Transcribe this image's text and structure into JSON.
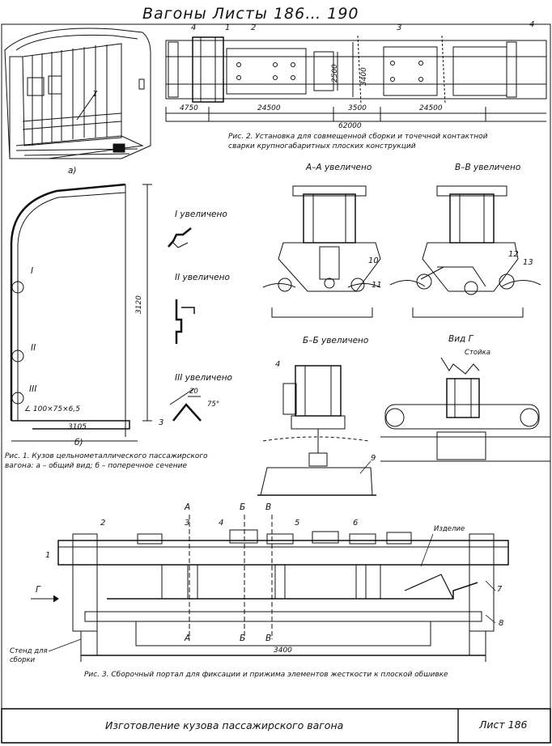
{
  "sheet": {
    "header": "Вагоны  Листы 186… 190",
    "footer_title": "Изготовление кузова пассажирского вагона",
    "footer_sheet": "Лист 186"
  },
  "fig1": {
    "sub_a": "а)",
    "sub_b": "б)",
    "callout_1": "1",
    "caption": "Рис. 1. Кузов цельнометаллического пассажирского вагона: а – общий вид;  б – поперечное сечение",
    "height_dim": "3120",
    "width_dim": "3105",
    "profile": "∠ 100×75×6,5",
    "zone_1": "I",
    "zone_2": "II",
    "zone_3": "III",
    "detail_1": "I увеличено",
    "detail_2": "II увеличено",
    "detail_3": "III увеличено",
    "detail3_dim": "20",
    "detail3_angle": "75°",
    "detail3_callout": "3"
  },
  "fig2": {
    "caption": "Рис. 2. Установка для совмещенной сборки и точечной контактной сварки крупногабаритных плоских конструкций",
    "callouts": [
      "4",
      "1",
      "2",
      "3",
      "4"
    ],
    "dims": [
      "4750",
      "24500",
      "3500",
      "24500",
      "62000",
      "2500",
      "3400"
    ]
  },
  "fig3": {
    "caption": "Рис. 3. Сборочный портал для фиксации и прижима элементов жесткости к плоской обшивке",
    "section_aa": "А–А увеличено",
    "section_vv": "В–В увеличено",
    "section_bb": "Б–Б увеличено",
    "view_g": "Вид Г",
    "stoyka": "Стойка",
    "izdelie": "Изделие",
    "stend": "Стенд для сборки",
    "arrow_g": "Г",
    "dim": "3400",
    "cut_a": "А",
    "cut_b": "Б",
    "cut_v": "В",
    "callouts": [
      "1",
      "2",
      "3",
      "4",
      "5",
      "6",
      "7",
      "8",
      "9",
      "10",
      "11",
      "12",
      "13",
      "4"
    ]
  }
}
